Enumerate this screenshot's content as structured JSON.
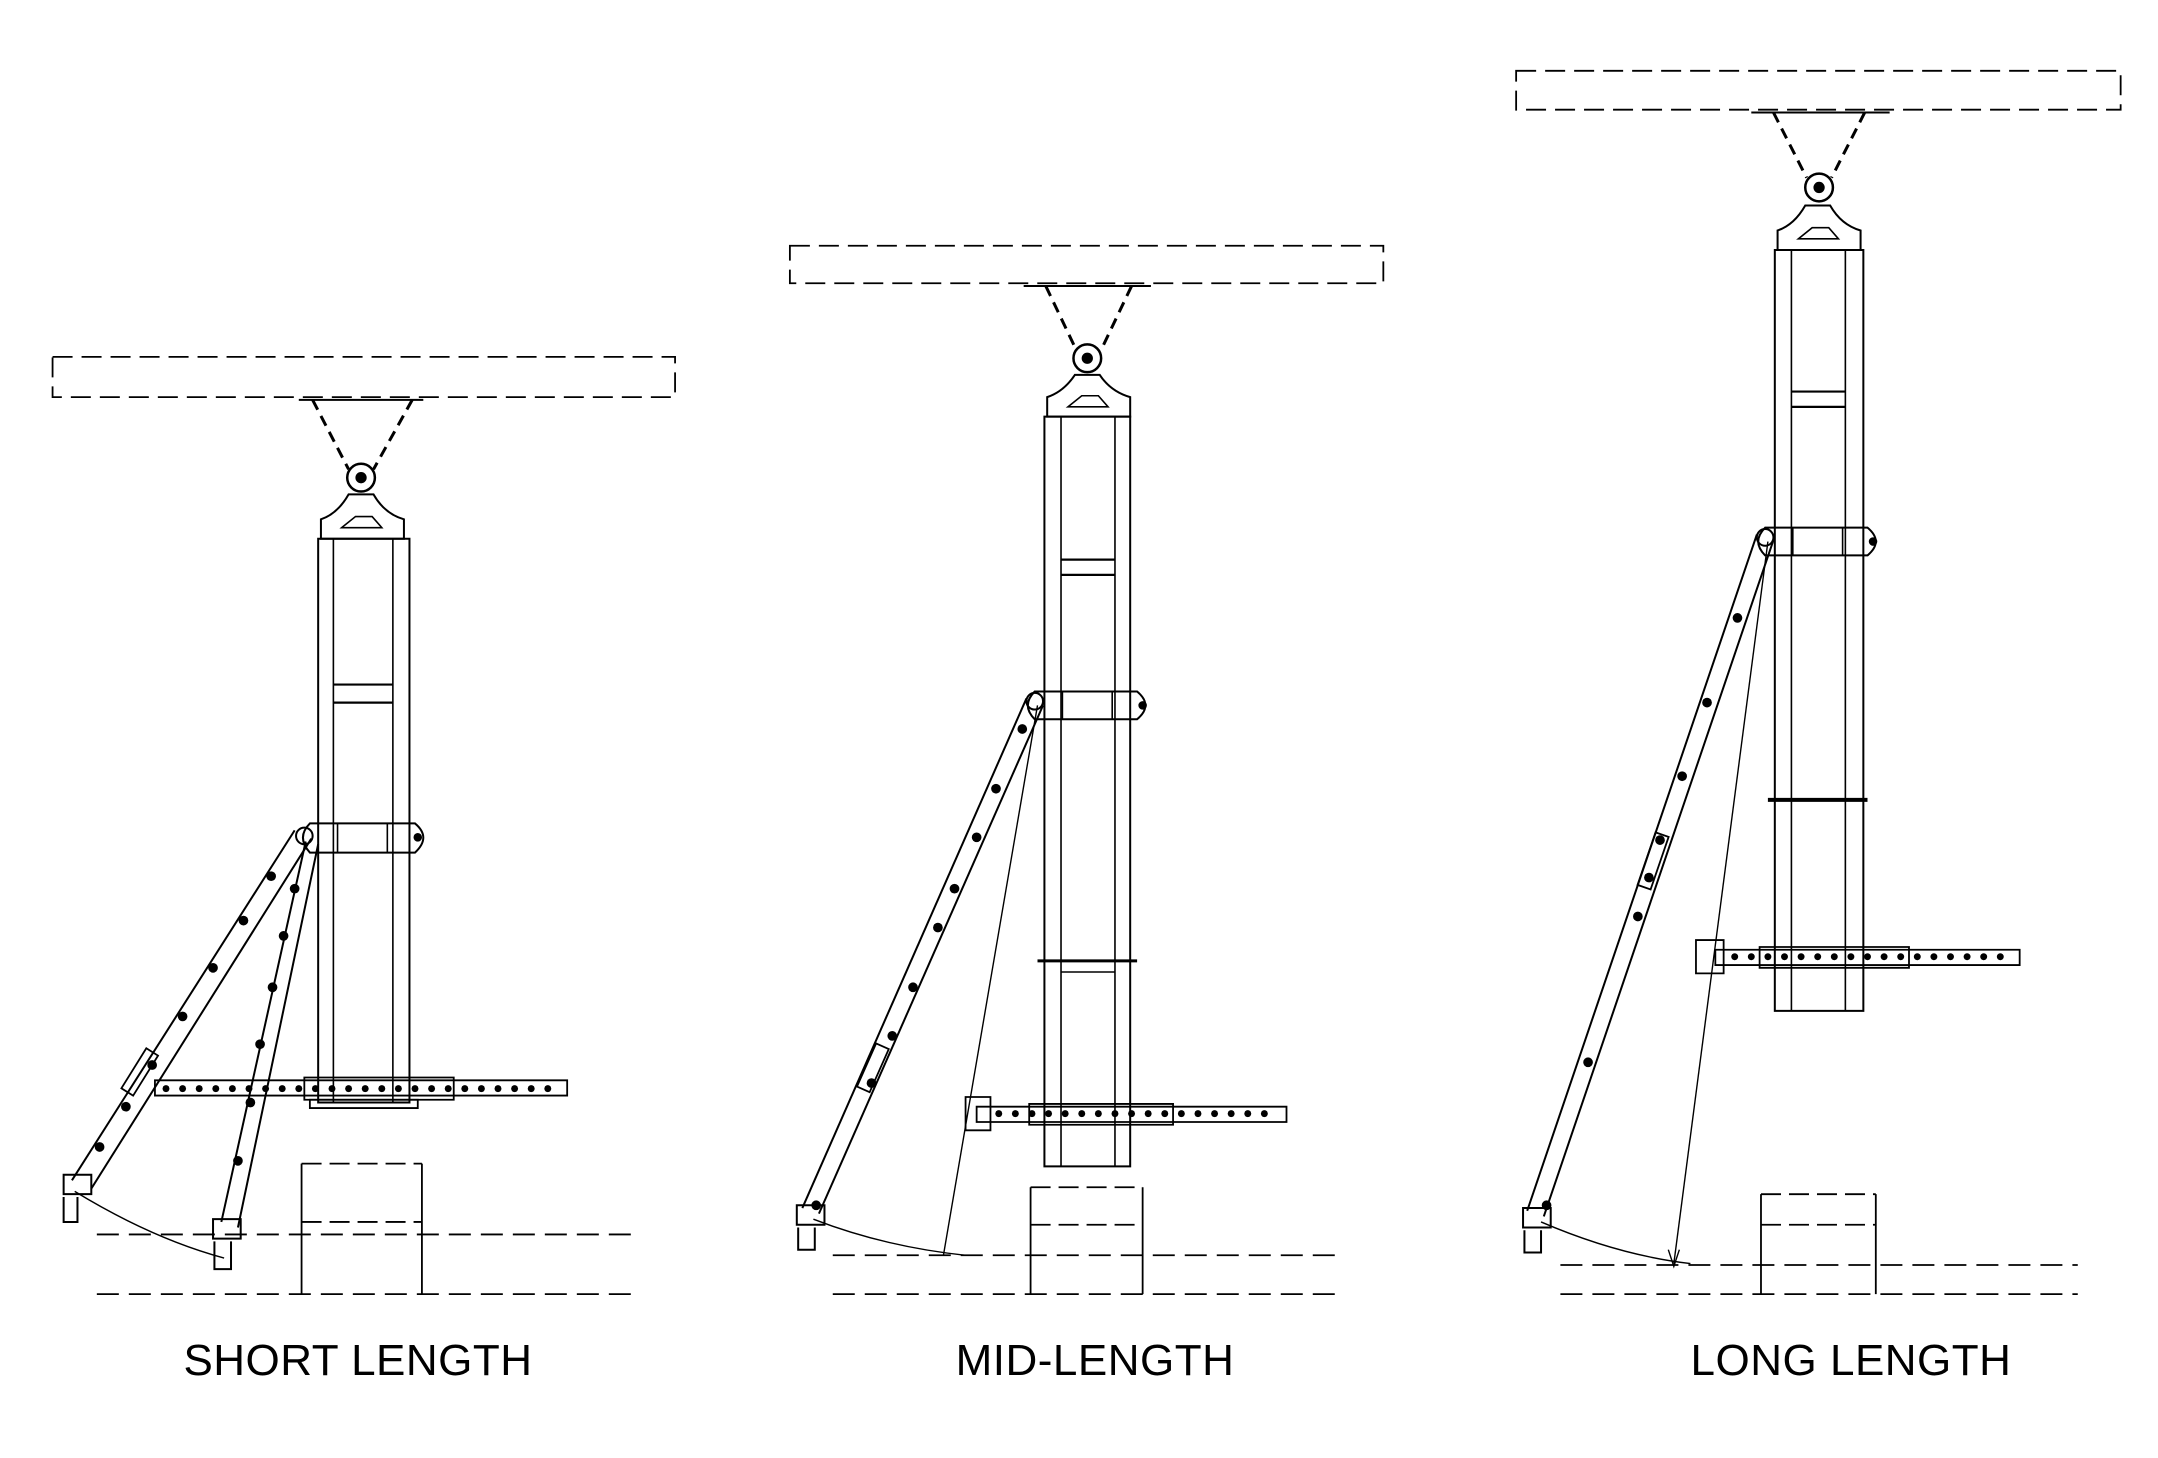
{
  "figure": {
    "ink_color": "#000000",
    "background_color": "#ffffff",
    "configurations": [
      {
        "id": "short",
        "caption": "SHORT LENGTH"
      },
      {
        "id": "mid",
        "caption": "MID-LENGTH"
      },
      {
        "id": "long",
        "caption": "LONG LENGTH"
      }
    ]
  }
}
